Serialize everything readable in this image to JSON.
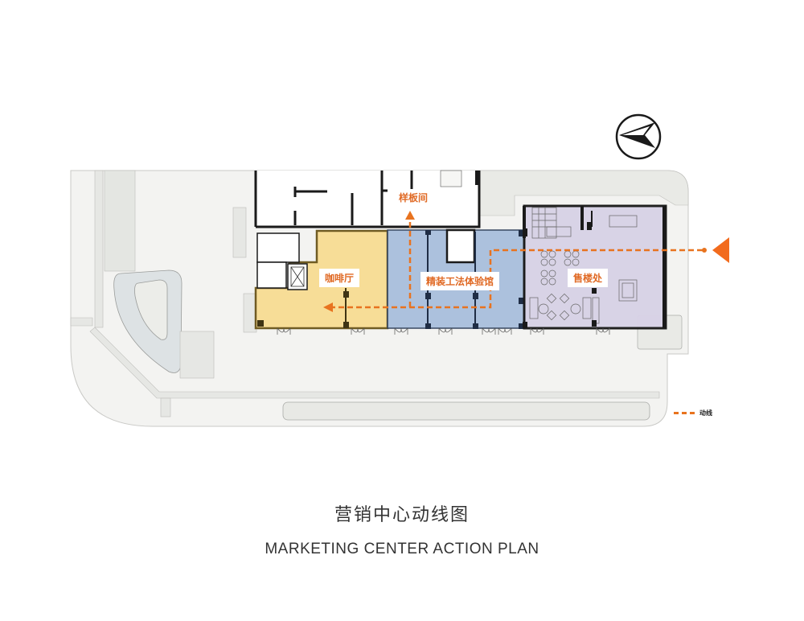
{
  "rooms": {
    "model_room": "样板间",
    "cafe": "咖啡厅",
    "craft_hall": "精装工法体验馆",
    "sales_office": "售楼处"
  },
  "legend": {
    "label": "动线"
  },
  "title": {
    "cn": "营销中心动线图",
    "en": "MARKETING CENTER ACTION PLAN"
  },
  "colors": {
    "cafe": "#f8dc93",
    "craft_hall": "#a9bfdc",
    "sales_office": "#d8d2e6",
    "flow_line": "#e8731f",
    "walls": "#1a1a1a",
    "ground": "#f2f2f0"
  },
  "icons": {
    "north_arrow": "compass-arrow-icon",
    "entrance_marker": "triangle-left-icon"
  }
}
